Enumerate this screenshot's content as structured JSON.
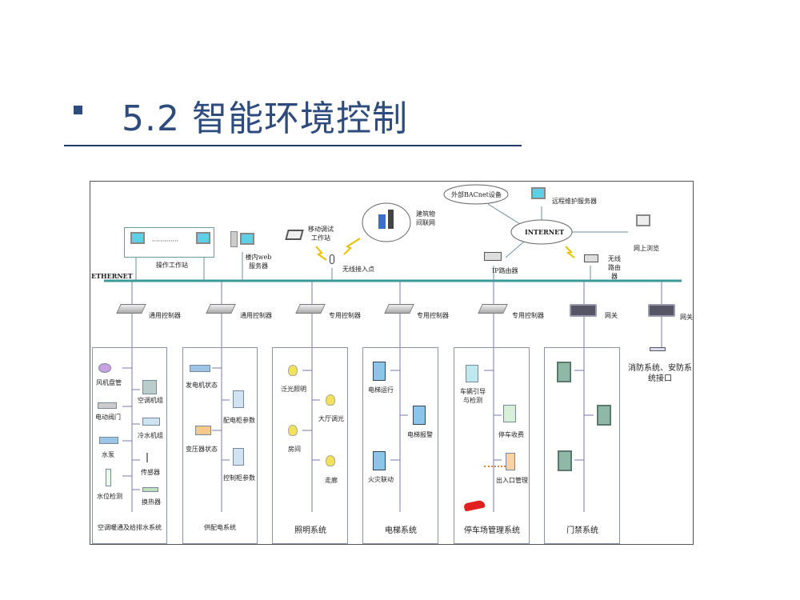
{
  "title": "5.2 智能环境控制",
  "network": {
    "ethernet": "ETHERNET",
    "operator_station": "操作工作站",
    "web_server": "楼内web服务器",
    "mobile_station": "移动调试工作站",
    "wireless_ap": "无线接入点",
    "building_net": "建筑物间联网",
    "bacnet": "外部BACnet设备",
    "remote_server": "远程维护服务器",
    "internet": "INTERNET",
    "web_browse": "网上浏览",
    "ip_router": "IP路由器",
    "wireless_router": "无线路由器",
    "dots": "·············"
  },
  "controllers": [
    "通用控制器",
    "通用控制器",
    "专用控制器",
    "专用控制器",
    "专用控制器",
    "网关",
    "网关"
  ],
  "fire_security": "消防系统、安防系统接口",
  "systems": [
    {
      "name": "空调暖通及给排水系统",
      "items": [
        "风机盘管",
        "空调机组",
        "电动阀门",
        "冷水机组",
        "水泵",
        "传感器",
        "水位检测",
        "换热器"
      ]
    },
    {
      "name": "供配电系统",
      "items": [
        "发电机状态",
        "配电柜参数",
        "变压器状态",
        "控制柜参数"
      ]
    },
    {
      "name": "照明系统",
      "items": [
        "泛光照明",
        "大厅调光",
        "房间",
        "走廊"
      ]
    },
    {
      "name": "电梯系统",
      "items": [
        "电梯运行",
        "电梯报警",
        "火灾联动"
      ]
    },
    {
      "name": "停车场管理系统",
      "items": [
        "车辆引导与检测",
        "停车收费",
        "出入口管理"
      ]
    },
    {
      "name": "门禁系统",
      "items": []
    }
  ],
  "colors": {
    "title": "#2d4b7d",
    "ethernet": "#3a9a9a"
  }
}
